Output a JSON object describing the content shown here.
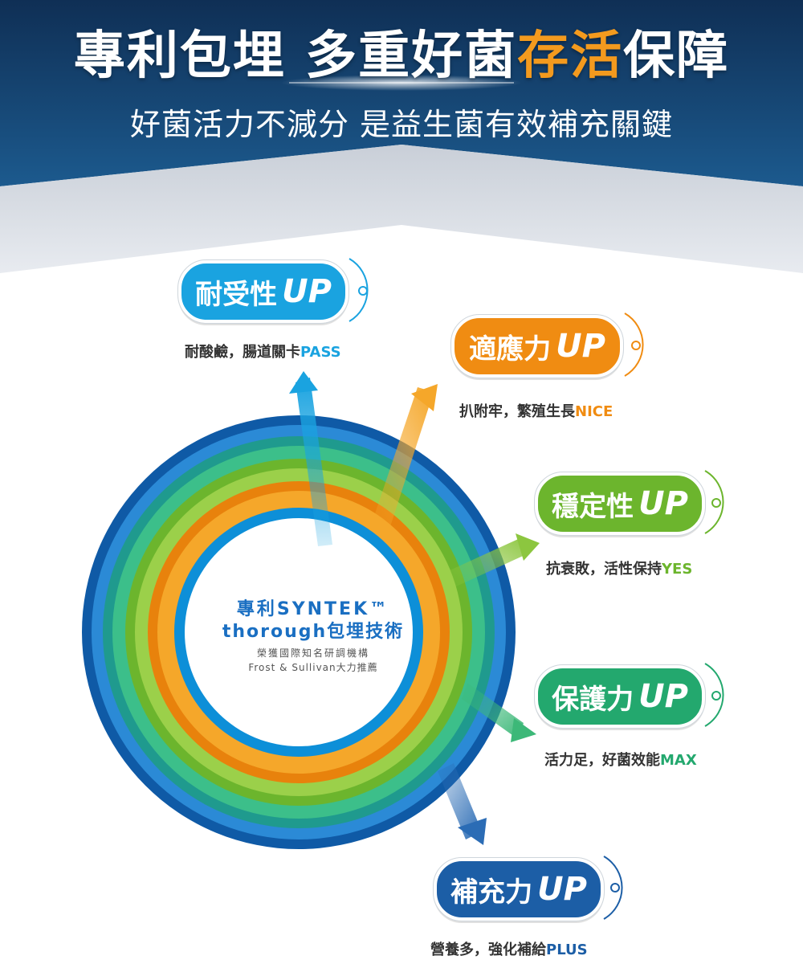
{
  "header": {
    "title_part1": "專利包埋 多重好菌",
    "title_highlight": "存活",
    "title_part2": "保障",
    "subtitle": "好菌活力不減分 是益生菌有效補充關鍵"
  },
  "center": {
    "line1": "專利SYNTEK™",
    "line2": "thorough包埋技術",
    "line3": "榮獲國際知名研調機構",
    "line4": "Frost & Sullivan大力推薦"
  },
  "features": [
    {
      "label": "耐受性",
      "up": "UP",
      "desc": "耐酸鹼，腸道關卡",
      "tag": "PASS",
      "color": "#1aa3e0",
      "tag_color": "#1aa3e0"
    },
    {
      "label": "適應力",
      "up": "UP",
      "desc": "扒附牢，繁殖生長",
      "tag": "NICE",
      "color": "#f08c12",
      "tag_color": "#f08c12"
    },
    {
      "label": "穩定性",
      "up": "UP",
      "desc": "抗衰敗，活性保持",
      "tag": "YES",
      "color": "#6cb52d",
      "tag_color": "#6cb52d"
    },
    {
      "label": "保護力",
      "up": "UP",
      "desc": "活力足，好菌效能",
      "tag": "MAX",
      "color": "#23a86e",
      "tag_color": "#23a86e"
    },
    {
      "label": "補充力",
      "up": "UP",
      "desc": "營養多，強化補給",
      "tag": "PLUS",
      "color": "#1c5ea6",
      "tag_color": "#1c5ea6"
    }
  ]
}
